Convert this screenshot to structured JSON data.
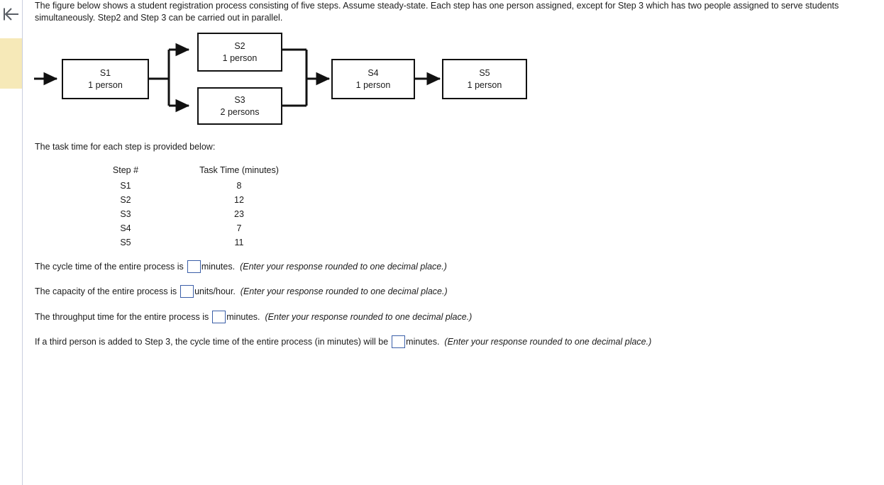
{
  "rail": {
    "back_icon": "back-arrow-icon"
  },
  "intro": {
    "text": "The figure below shows a student registration process consisting of five steps. Assume steady-state. Each step has one person assigned, except for Step 3 which has two people assigned to serve students simultaneously. Step2 and Step 3 can be carried out in parallel."
  },
  "diagram": {
    "nodes": [
      {
        "id": "S1",
        "title": "S1",
        "sub": "1 person"
      },
      {
        "id": "S2",
        "title": "S2",
        "sub": "1 person"
      },
      {
        "id": "S3",
        "title": "S3",
        "sub": "2 persons"
      },
      {
        "id": "S4",
        "title": "S4",
        "sub": "1 person"
      },
      {
        "id": "S5",
        "title": "S5",
        "sub": "1 person"
      }
    ]
  },
  "tasktime": {
    "lead": "The task time for each step is provided below:",
    "headers": [
      "Step #",
      "Task Time (minutes)"
    ],
    "rows": [
      {
        "step": "S1",
        "time": "8"
      },
      {
        "step": "S2",
        "time": "12"
      },
      {
        "step": "S3",
        "time": "23"
      },
      {
        "step": "S4",
        "time": "7"
      },
      {
        "step": "S5",
        "time": "11"
      }
    ]
  },
  "questions": [
    {
      "prompt": "The cycle time of the entire process is",
      "value": "",
      "unit": "minutes.",
      "hint": "(Enter your response rounded to one decimal place.)"
    },
    {
      "prompt": "The capacity of the entire process is",
      "value": "",
      "unit": "units/hour.",
      "hint": "(Enter your response rounded to one decimal place.)"
    },
    {
      "prompt": "The throughput time for the entire process is",
      "value": "",
      "unit": "minutes.",
      "hint": "(Enter your response rounded to one decimal place.)"
    },
    {
      "prompt": "If a third person is added to Step 3, the cycle time of the entire process (in minutes) will be",
      "value": "",
      "unit": "minutes.",
      "hint": "(Enter your response rounded to one decimal place.)"
    }
  ],
  "colors": {
    "rail_highlight": "#f6e9b8",
    "rail_border": "#c9cede",
    "input_border": "#3b5fa8",
    "diagram_stroke": "#111111",
    "text": "#1b1b1b"
  }
}
